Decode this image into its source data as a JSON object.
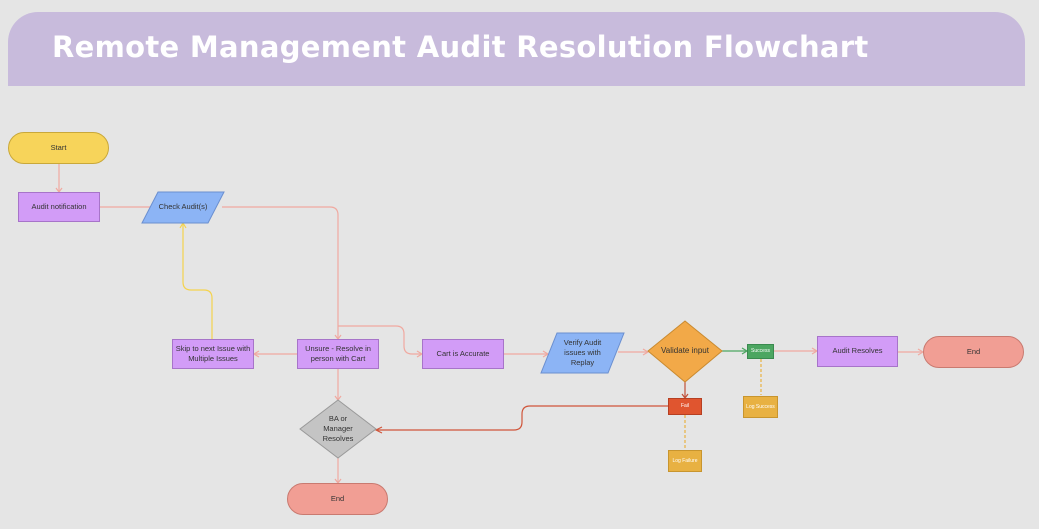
{
  "title": "Remote Management Audit Resolution Flowchart",
  "nodes": {
    "start": "Start",
    "audit_notification": "Audit notification",
    "check_audits": "Check Audit(s)",
    "skip": "Skip to next Issue with Multiple Issues",
    "unsure": "Unsure - Resolve in person with Cart",
    "cart_accurate": "Cart is Accurate",
    "verify": "Verify Audit issues with Replay",
    "validate": "Validate input",
    "success": "Success",
    "log_success": "Log Success",
    "fail": "Fail",
    "log_failure": "Log Failure",
    "audit_resolves": "Audit Resolves",
    "end_right": "End",
    "ba_manager": "BA or Manager Resolves",
    "end_bottom": "End"
  },
  "colors": {
    "title_bar": "#c8bbdc",
    "process": "#d29cf7",
    "io": "#8cb4f5",
    "start": "#f7d45a",
    "end": "#f19e94",
    "decision": "#f2a948",
    "success": "#4ca661",
    "fail": "#e0552f",
    "log": "#e8b142",
    "connector": "#f0a9a0"
  }
}
